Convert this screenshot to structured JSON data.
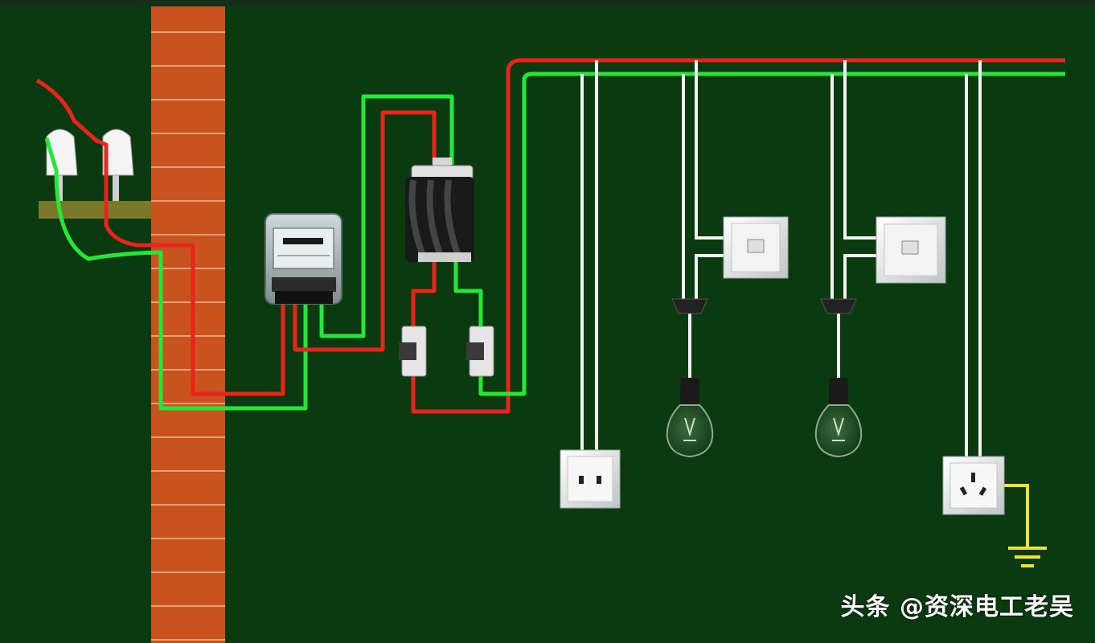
{
  "diagram": {
    "description_elements": [
      "incoming-insulators",
      "brick-wall",
      "electric-meter",
      "main-knife-switch",
      "fuse-left",
      "fuse-right",
      "outlet-two-pin",
      "light-switch-1",
      "lamp-holder-1",
      "bulb-1",
      "light-switch-2",
      "lamp-holder-2",
      "bulb-2",
      "outlet-three-pin",
      "ground-symbol"
    ],
    "colors": {
      "background": "#0b3a10",
      "live_wire": "#e8241c",
      "neutral_wire": "#27e63a",
      "branch_wire": "#f2f2f2",
      "ground_wire": "#f0e03a",
      "brick": "#c9531e",
      "mortar": "#e8a07a"
    }
  },
  "watermark": {
    "text": "头条 @资深电工老吴"
  }
}
